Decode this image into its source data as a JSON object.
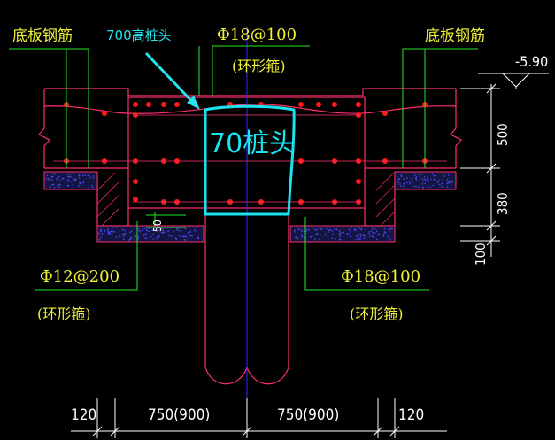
{
  "labels": {
    "annotation_pile_head": "700高桩头",
    "handwritten_pile_head": "70桩头",
    "top_left_rebar": "底板钢筋",
    "top_right_rebar": "底板钢筋",
    "top_center_spec": "Φ18@100",
    "top_center_note": "(环形箍)",
    "elevation": "-5.90",
    "left_spec": "Φ12@200",
    "left_note": "(环形箍)",
    "right_spec": "Φ18@100",
    "right_note": "(环形箍)"
  },
  "dimensions": {
    "right_top": "500",
    "right_mid": "380",
    "right_bottom": "100",
    "small_left": "50",
    "bottom_left_edge": "120",
    "bottom_left": "750(900)",
    "bottom_right": "750(900)",
    "bottom_right_edge": "120"
  },
  "colors": {
    "background": "#000000",
    "outline": "#ff2f6a",
    "rebar_dot": "#ff1a1a",
    "leader": "#22e822",
    "annotation": "#27e3ee",
    "axis": "#2a2aff",
    "dimension": "#ffffff"
  }
}
